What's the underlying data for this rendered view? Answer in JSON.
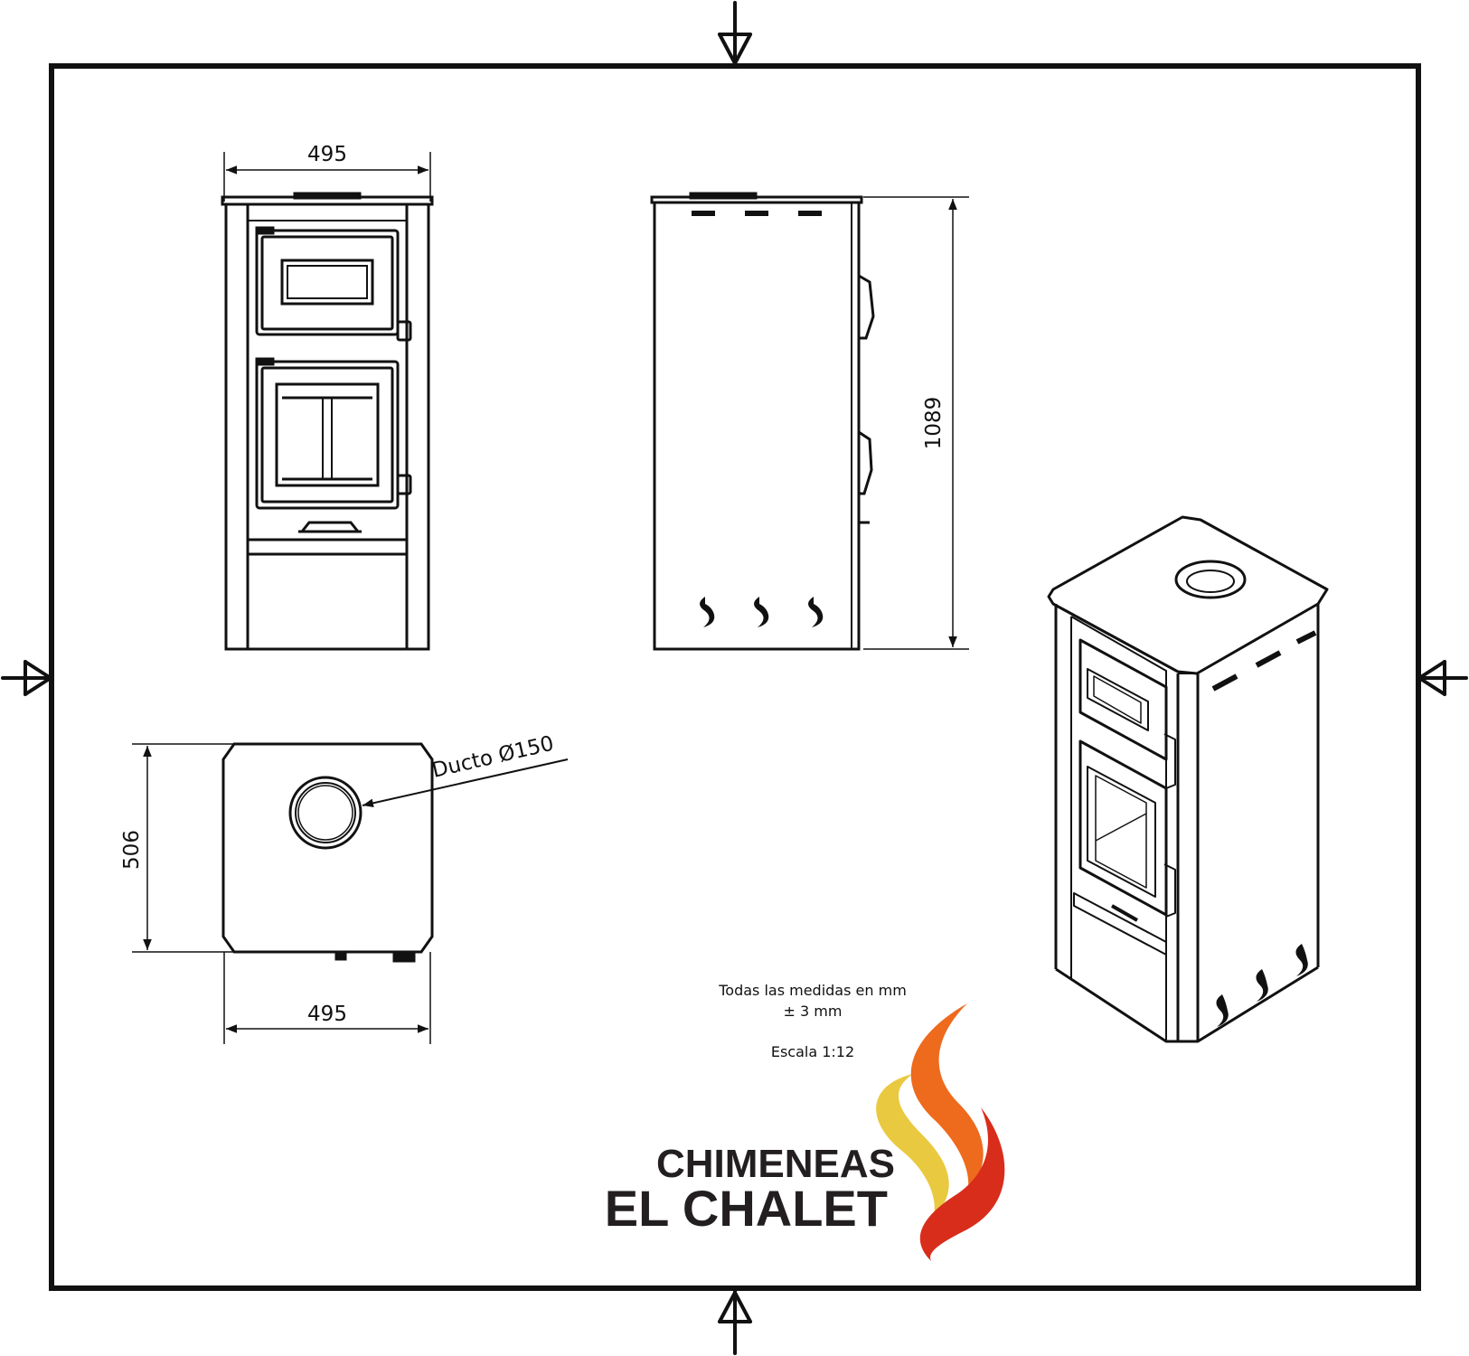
{
  "dimensions": {
    "front_width": "495",
    "side_height": "1089",
    "top_depth": "506",
    "top_width": "495",
    "duct_label": "Ducto Ø150"
  },
  "notes": {
    "line1": "Todas las medidas en mm",
    "line2": "± 3 mm",
    "scale": "Escala 1:12"
  },
  "logo": {
    "line1": "CHIMENEAS",
    "line2": "EL CHALET",
    "colors": {
      "yellow": "#e9c93f",
      "orange": "#ee6a1c",
      "red": "#d92d1c",
      "text": "#231f20"
    }
  }
}
